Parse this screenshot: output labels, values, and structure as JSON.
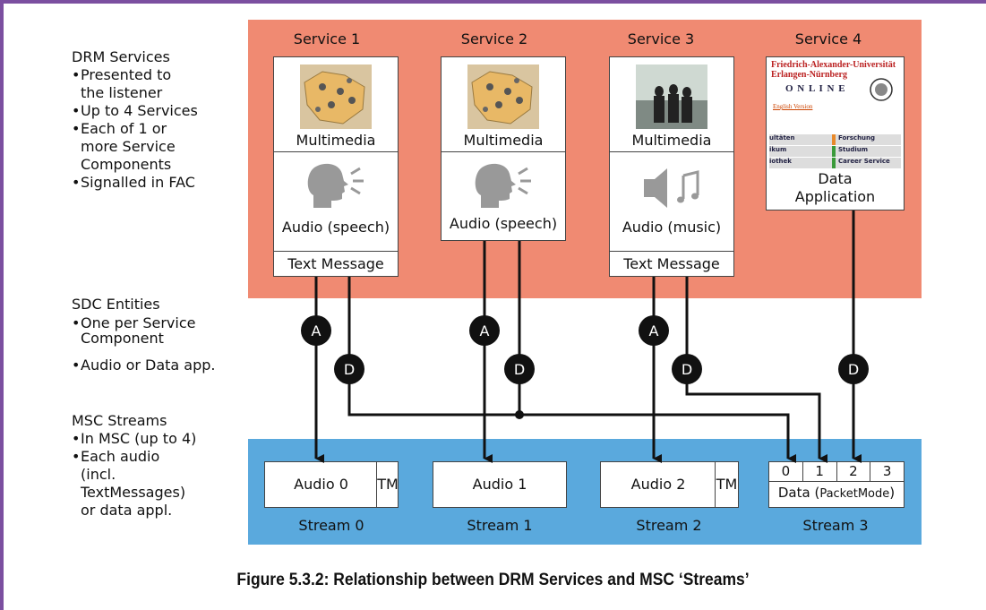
{
  "sidebar": {
    "drm": {
      "title": "DRM Services",
      "items": [
        "Presented to the listener",
        "Up to 4 Services",
        "Each of 1 or more Service Components",
        "Signalled in FAC"
      ]
    },
    "sdc": {
      "title": "SDC Entities",
      "items": [
        "One per Service Component",
        "Audio or  Data app."
      ]
    },
    "msc": {
      "title": "MSC Streams",
      "items": [
        "In MSC (up to 4)",
        "Each audio (incl. TextMessages) or data appl."
      ]
    }
  },
  "services": [
    {
      "title": "Service 1",
      "multimedia": "Multimedia",
      "audio": "Audio (speech)",
      "text": "Text Message"
    },
    {
      "title": "Service 2",
      "multimedia": "Multimedia",
      "audio": "Audio (speech)"
    },
    {
      "title": "Service 3",
      "multimedia": "Multimedia",
      "audio": "Audio (music)",
      "text": "Text Message"
    },
    {
      "title": "Service 4",
      "data": "Data",
      "application": "Application"
    }
  ],
  "website": {
    "line1": "Friedrich-Alexander-Universität",
    "line2": "Erlangen-Nürnberg",
    "online": "O N L I N E",
    "english": "English Version",
    "rows": [
      [
        "ultäten",
        "Forschung"
      ],
      [
        "ikum",
        "Studium"
      ],
      [
        "iothek",
        "Career Service"
      ]
    ]
  },
  "badges": {
    "audio": "A",
    "data": "D"
  },
  "streams": [
    {
      "name": "Audio 0",
      "tm": "TM",
      "label": "Stream 0"
    },
    {
      "name": "Audio 1",
      "label": "Stream 1"
    },
    {
      "name": "Audio 2",
      "tm": "TM",
      "label": "Stream 2"
    },
    {
      "label": "Stream 3",
      "cells": [
        "0",
        "1",
        "2",
        "3"
      ],
      "data": "Data",
      "mode": "PacketMode"
    }
  ],
  "caption": "Figure 5.3.2: Relationship between DRM Services and MSC ‘Streams’",
  "colors": {
    "services_bg": "#f08a72",
    "streams_bg": "#5aa9dd",
    "frame": "#7b4fa0",
    "badge": "#111111"
  }
}
